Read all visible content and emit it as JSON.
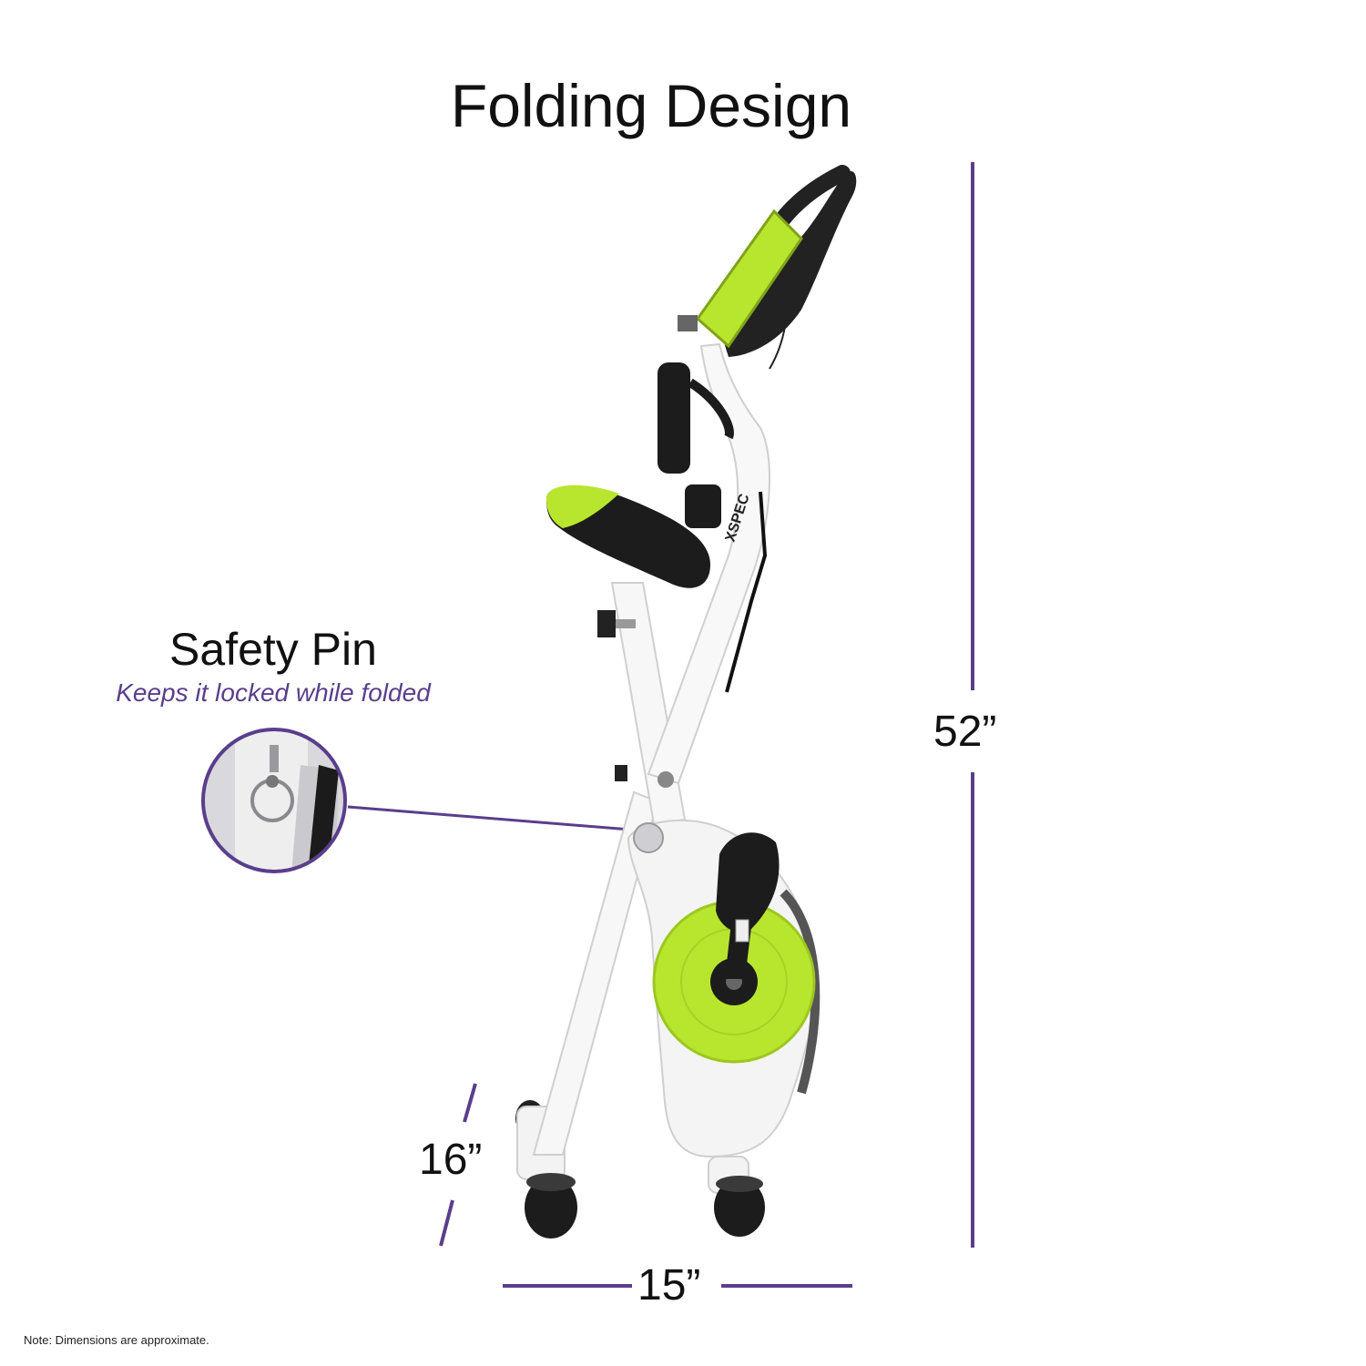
{
  "title": "Folding Design",
  "callout": {
    "title": "Safety Pin",
    "subtitle": "Keeps it locked while folded"
  },
  "dimensions": {
    "height": "52”",
    "depth": "16”",
    "width": "15”"
  },
  "brand": "XSPEC",
  "note": "Note: Dimensions are approximate.",
  "colors": {
    "accent_purple": "#5a3e8c",
    "lime": "#b8e62e",
    "frame_white": "#f6f6f6",
    "dark": "#222222"
  }
}
